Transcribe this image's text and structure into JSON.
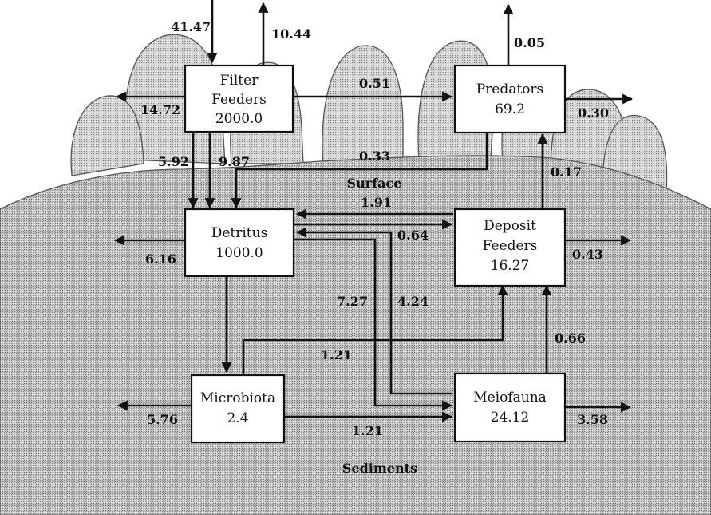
{
  "compartments": {
    "filter_feeders": {
      "line1": "Filter",
      "line2": "Feeders",
      "value": "2000.0"
    },
    "predators": {
      "line1": "Predators",
      "value": "69.2"
    },
    "detritus": {
      "line1": "Detritus",
      "value": "1000.0"
    },
    "deposit_feeders": {
      "line1": "Deposit",
      "line2": "Feeders",
      "value": "16.27"
    },
    "microbiota": {
      "line1": "Microbiota",
      "value": "2.4"
    },
    "meiofauna": {
      "line1": "Meiofauna",
      "value": "24.12"
    }
  },
  "flows": {
    "input_filter": "41.47",
    "filter_out": "10.44",
    "filter_loss": "14.72",
    "filter_to_predators": "0.51",
    "filter_to_detritus_a": "5.92",
    "filter_to_detritus_b": "9.87",
    "predators_to_detritus": "0.33",
    "predators_out": "0.05",
    "predators_loss": "0.30",
    "deposit_to_predators": "0.17",
    "deposit_to_detritus": "1.91",
    "detritus_to_deposit": "0.64",
    "deposit_loss": "0.43",
    "detritus_loss": "6.16",
    "detritus_to_meiofauna": "7.27",
    "meiofauna_to_detritus": "4.24",
    "microbiota_to_deposit": "1.21",
    "microbiota_to_meiofauna": "1.21",
    "meiofauna_to_deposit": "0.66",
    "microbiota_loss": "5.76",
    "meiofauna_loss": "3.58"
  },
  "regions": {
    "surface": "Surface",
    "sediments": "Sediments"
  }
}
